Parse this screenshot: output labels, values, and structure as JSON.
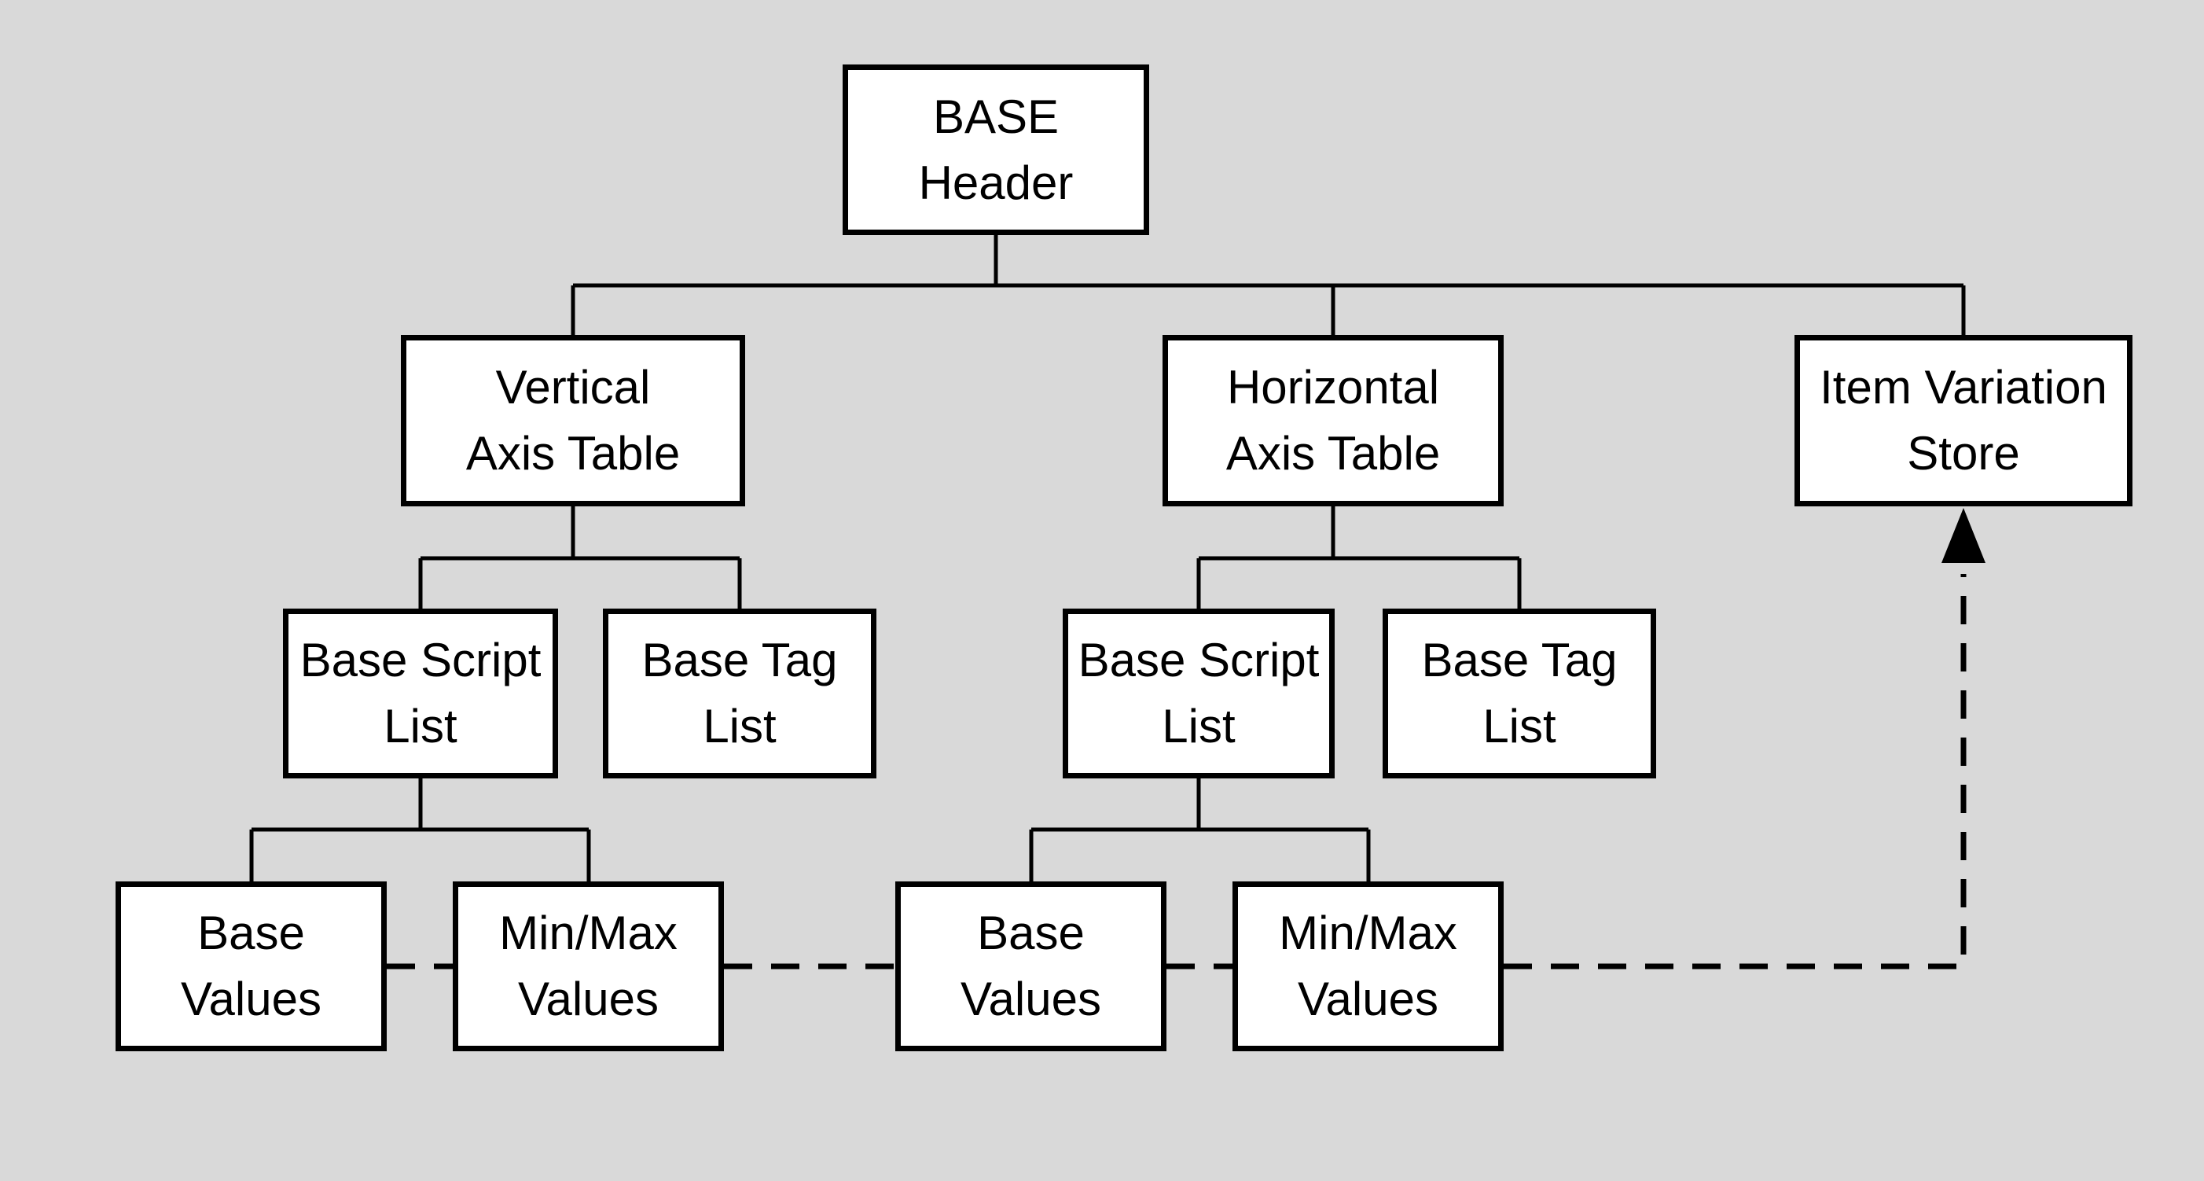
{
  "diagram": {
    "colors": {
      "background": "#d9d9d9",
      "node_fill": "#ffffff",
      "node_border": "#000000",
      "line": "#000000",
      "text": "#000000"
    },
    "nodes": {
      "base_header": {
        "label": "BASE\nHeader"
      },
      "vertical_axis_table": {
        "label": "Vertical\nAxis Table"
      },
      "horizontal_axis_table": {
        "label": "Horizontal\nAxis Table"
      },
      "item_variation_store": {
        "label": "Item Variation\nStore"
      },
      "base_script_list_vertical": {
        "label": "Base Script\nList"
      },
      "base_tag_list_vertical": {
        "label": "Base Tag\nList"
      },
      "base_script_list_horizontal": {
        "label": "Base Script\nList"
      },
      "base_tag_list_horizontal": {
        "label": "Base Tag\nList"
      },
      "base_values_vertical": {
        "label": "Base\nValues"
      },
      "minmax_values_vertical": {
        "label": "Min/Max\nValues"
      },
      "base_values_horizontal": {
        "label": "Base\nValues"
      },
      "minmax_values_horizontal": {
        "label": "Min/Max\nValues"
      }
    },
    "edges": [
      {
        "from": "base_header",
        "to": "vertical_axis_table",
        "style": "solid"
      },
      {
        "from": "base_header",
        "to": "horizontal_axis_table",
        "style": "solid"
      },
      {
        "from": "base_header",
        "to": "item_variation_store",
        "style": "solid"
      },
      {
        "from": "vertical_axis_table",
        "to": "base_script_list_vertical",
        "style": "solid"
      },
      {
        "from": "vertical_axis_table",
        "to": "base_tag_list_vertical",
        "style": "solid"
      },
      {
        "from": "horizontal_axis_table",
        "to": "base_script_list_horizontal",
        "style": "solid"
      },
      {
        "from": "horizontal_axis_table",
        "to": "base_tag_list_horizontal",
        "style": "solid"
      },
      {
        "from": "base_script_list_vertical",
        "to": "base_values_vertical",
        "style": "solid"
      },
      {
        "from": "base_script_list_vertical",
        "to": "minmax_values_vertical",
        "style": "solid"
      },
      {
        "from": "base_script_list_horizontal",
        "to": "base_values_horizontal",
        "style": "solid"
      },
      {
        "from": "base_script_list_horizontal",
        "to": "minmax_values_horizontal",
        "style": "solid"
      },
      {
        "from": "base_values_vertical",
        "to": "minmax_values_vertical",
        "style": "dashed"
      },
      {
        "from": "minmax_values_vertical",
        "to": "base_values_horizontal",
        "style": "dashed"
      },
      {
        "from": "base_values_horizontal",
        "to": "minmax_values_horizontal",
        "style": "dashed"
      },
      {
        "from": "minmax_values_horizontal",
        "to": "item_variation_store",
        "style": "dashed-arrow-up"
      }
    ]
  }
}
